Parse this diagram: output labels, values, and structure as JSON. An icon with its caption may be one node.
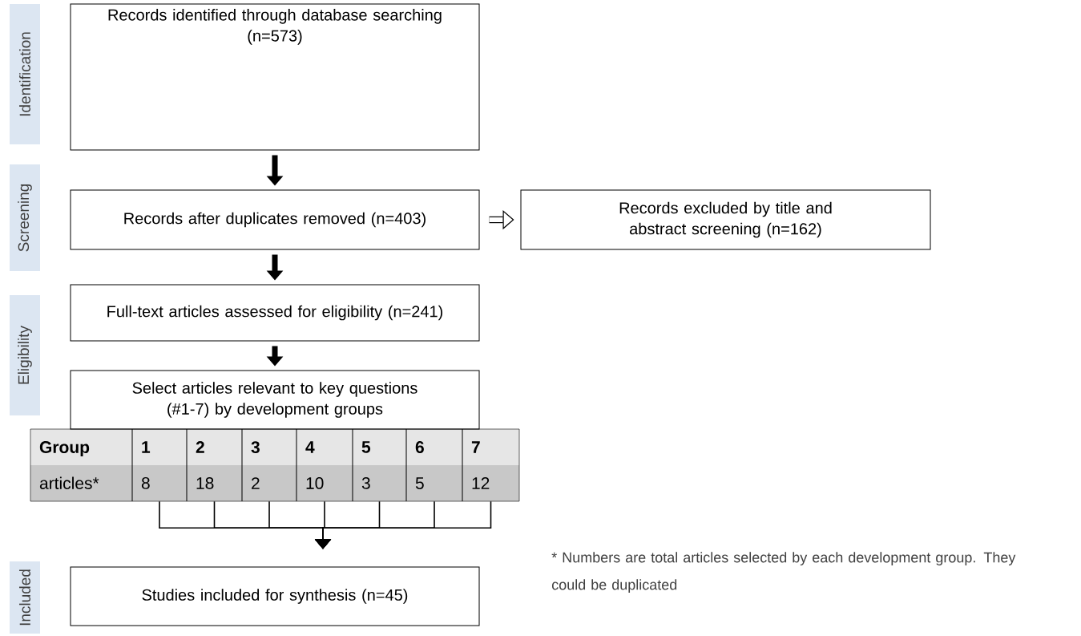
{
  "diagram": {
    "nodes": [
      {
        "text": [
          "Identification"
        ]
      },
      {
        "text": [
          "Screening"
        ]
      },
      {
        "text": [
          "Eligibility"
        ]
      },
      {
        "text": [
          "Included"
        ]
      },
      {
        "text": [
          "Records identified through database searching (n=573)"
        ]
      },
      {
        "text": [
          "Records after duplicates removed (n=403)"
        ]
      },
      {
        "text": [
          "Records excluded by title and abstract screening (n=162)"
        ]
      },
      {
        "text": [
          "Full-text articles assessed for eligibility (n=241)"
        ]
      },
      {
        "text": [
          "Select articles relevant to key questions (#1-7) by development groups"
        ]
      },
      {
        "text": [
          "Group",
          "articles*"
        ]
      },
      {
        "text": [
          "1",
          "8"
        ]
      },
      {
        "text": [
          "2",
          "18"
        ]
      },
      {
        "text": [
          "3",
          "2"
        ]
      },
      {
        "text": [
          "4",
          "10"
        ]
      },
      {
        "text": [
          "5",
          "3"
        ]
      },
      {
        "text": [
          "6",
          "5"
        ]
      },
      {
        "text": [
          "7",
          "12"
        ]
      },
      {
        "text": [
          "Studies included for synthesis (n=45)"
        ]
      }
    ],
    "edges": [
      {
        "from": 4,
        "to": 5,
        "arrow": "to",
        "style": "thick"
      },
      {
        "from": 5,
        "to": 6,
        "arrow": "to",
        "style": "thick"
      },
      {
        "from": 5,
        "to": 7,
        "arrow": "to",
        "style": "thick"
      },
      {
        "from": 7,
        "to": 8,
        "arrow": "to",
        "style": "thick"
      },
      {
        "from": 10,
        "to": 17,
        "arrow": "to"
      },
      {
        "from": 11,
        "to": 17,
        "arrow": "to"
      },
      {
        "from": 12,
        "to": 17,
        "arrow": "to"
      },
      {
        "from": 13,
        "to": 17,
        "arrow": "to"
      },
      {
        "from": 14,
        "to": 17,
        "arrow": "to"
      },
      {
        "from": 15,
        "to": 17,
        "arrow": "to"
      },
      {
        "from": 16,
        "to": 17,
        "arrow": "to"
      }
    ],
    "labels": [
      "* Numbers are total articles selected by each development group. They could be duplicated"
    ]
  }
}
